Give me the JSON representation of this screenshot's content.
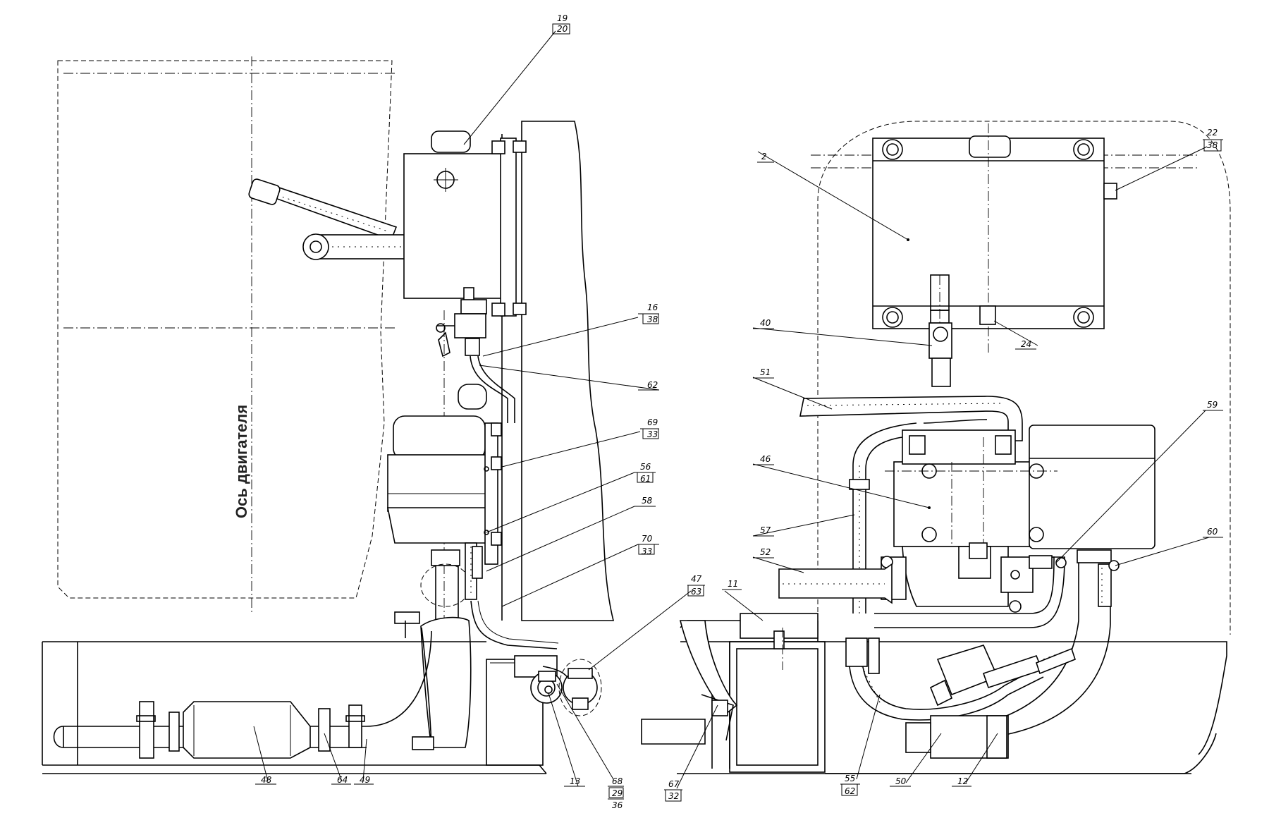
{
  "axis_label": "Ось двигателя",
  "callouts": {
    "c19_20": {
      "top": "19",
      "bottom": "20"
    },
    "c16_38": {
      "top": "16",
      "bottom": "38"
    },
    "c62": "62",
    "c69_33": {
      "top": "69",
      "bottom": "33"
    },
    "c56_61": {
      "top": "56",
      "bottom": "61"
    },
    "c58": "58",
    "c70_33": {
      "top": "70",
      "bottom": "33"
    },
    "c47_63": {
      "top": "47",
      "bottom": "63"
    },
    "c13": "13",
    "c68_29_36": {
      "top": "68",
      "mid": "29",
      "bottom": "36"
    },
    "c48": "48",
    "c64": "64",
    "c49": "49",
    "c2": "2",
    "c22_38": {
      "top": "22",
      "bottom": "38"
    },
    "c40": "40",
    "c24": "24",
    "c51": "51",
    "c46": "46",
    "c57": "57",
    "c52": "52",
    "c11": "11",
    "c59": "59",
    "c60": "60",
    "c67_32": {
      "top": "67",
      "bottom": "32"
    },
    "c55_62": {
      "top": "55",
      "bottom": "62"
    },
    "c50": "50",
    "c12": "12"
  }
}
